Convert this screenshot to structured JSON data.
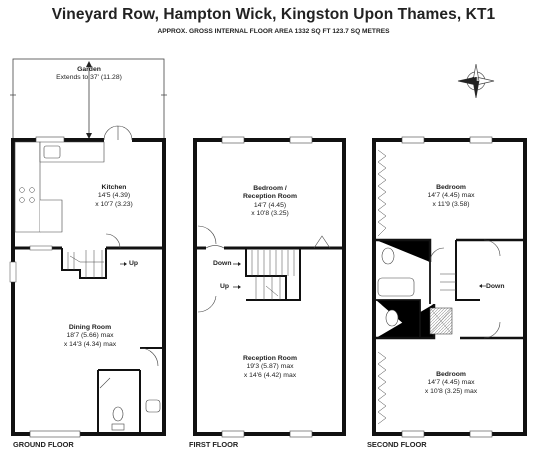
{
  "header": {
    "title": "Vineyard Row, Hampton Wick, Kingston Upon Thames, KT1",
    "subtitle": "APPROX. GROSS INTERNAL FLOOR AREA 1332 SQ FT 123.7 SQ METRES"
  },
  "compass": {
    "letter": "N"
  },
  "ground_floor": {
    "label": "GROUND FLOOR",
    "garden": {
      "name": "Garden",
      "dim": "Extends to 37' (11.28)"
    },
    "kitchen": {
      "name": "Kitchen",
      "dim1": "14'5 (4.39)",
      "dim2": "x 10'7 (3.23)"
    },
    "dining": {
      "name": "Dining Room",
      "dim1": "18'7 (5.66) max",
      "dim2": "x 14'3 (4.34) max"
    },
    "stair_up": "Up"
  },
  "first_floor": {
    "label": "FIRST FLOOR",
    "bedroom": {
      "name1": "Bedroom /",
      "name2": "Reception Room",
      "dim1": "14'7 (4.45)",
      "dim2": "x 10'8 (3.25)"
    },
    "reception": {
      "name": "Reception Room",
      "dim1": "19'3 (5.87) max",
      "dim2": "x 14'6 (4.42) max"
    },
    "stair_down": "Down",
    "stair_up": "Up"
  },
  "second_floor": {
    "label": "SECOND FLOOR",
    "bedroom1": {
      "name": "Bedroom",
      "dim1": "14'7 (4.45) max",
      "dim2": "x 11'9 (3.58)"
    },
    "bedroom2": {
      "name": "Bedroom",
      "dim1": "14'7 (4.45) max",
      "dim2": "x 10'8 (3.25) max"
    },
    "stair_down": "Down"
  }
}
